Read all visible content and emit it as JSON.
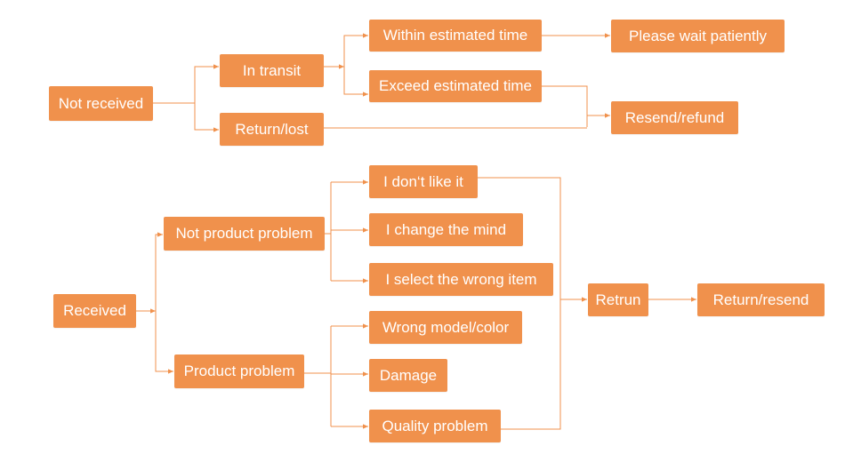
{
  "diagram": {
    "colors": {
      "node_fill": "#f0914c",
      "node_text": "#ffffff",
      "connector": "#f0914c"
    },
    "not_received_branch": {
      "root": "Not received",
      "in_transit": "In transit",
      "return_lost": "Return/lost",
      "within_time": "Within estimated time",
      "exceed_time": "Exceed estimated time",
      "wait": "Please wait patiently",
      "resend_refund": "Resend/refund"
    },
    "received_branch": {
      "root": "Received",
      "not_product_problem": "Not product problem",
      "product_problem": "Product problem",
      "reasons_not_product": [
        "I don‘t like it",
        "I change the mind",
        "I select the wrong item"
      ],
      "reasons_product": [
        "Wrong model/color",
        "Damage",
        "Quality problem"
      ],
      "retrun": "Retrun",
      "return_resend": "Return/resend"
    }
  }
}
